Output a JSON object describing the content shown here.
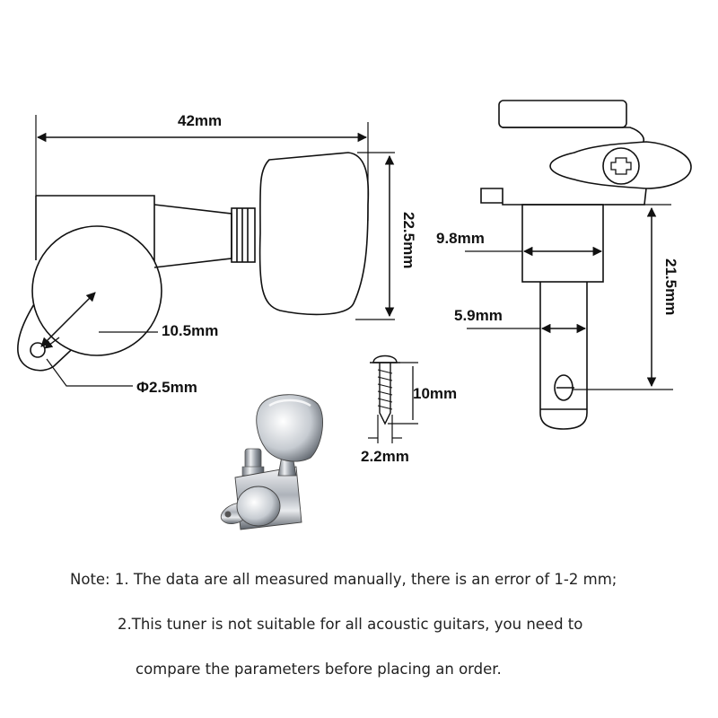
{
  "dimensions": {
    "total_length": "42mm",
    "button_height": "22.5mm",
    "housing_radius": "10.5mm",
    "mount_hole": "Φ2.5mm",
    "post_diameter": "9.8mm",
    "shaft_diameter": "5.9mm",
    "post_height": "21.5mm",
    "screw_length": "10mm",
    "screw_diameter": "2.2mm"
  },
  "notes": {
    "line1": "Note: 1. The data are all measured manually, there is an error of 1-2 mm;",
    "line2": "2.This tuner is not suitable for all acoustic guitars, you need to",
    "line3": "compare the parameters before placing an order."
  },
  "colors": {
    "line": "#111111",
    "chrome": "#c8ccd2",
    "chrome_dark": "#6d737b"
  }
}
